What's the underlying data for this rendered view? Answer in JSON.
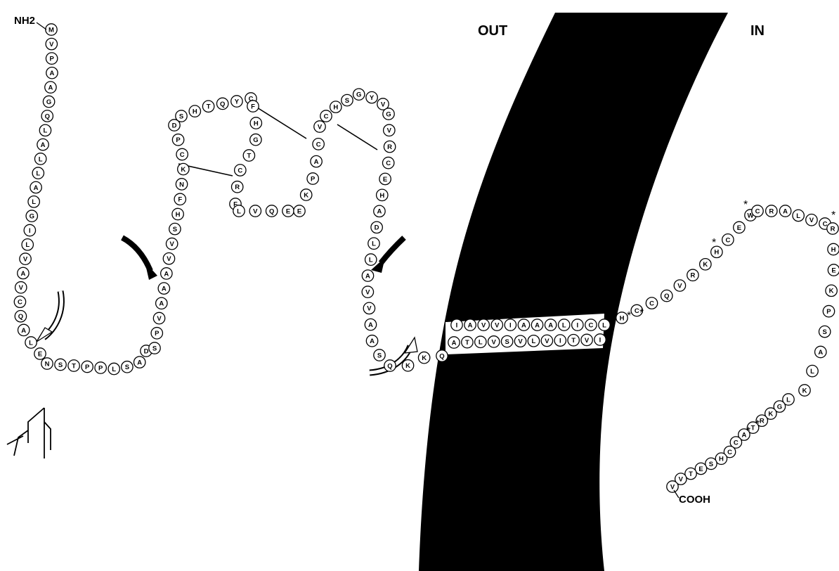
{
  "labels": {
    "n_terminus": "NH2",
    "c_terminus": "COOH",
    "outside": "OUT",
    "inside": "IN"
  },
  "colors": {
    "membrane": "#000000",
    "residue_fill": "#ffffff",
    "residue_stroke": "#000000"
  },
  "segments": {
    "n_tail": "MVPAAGQLALLALGILVAVCQALE",
    "glyco_loop": "NSTPPLSAD",
    "rise_1": "SPVAAAVVSHFNKCPD",
    "top_loop_1": "SHTQYC",
    "inner_down": "FHGTCRF",
    "bottom_loop": "LVQE",
    "inner_up": "EKPACV",
    "top_loop_2": "CHSGYV",
    "descent": "GVRCEHADLLAVVAAS",
    "pre_tm": "QKKQ",
    "tm_row_1": "IAVVIAAALICL",
    "tm_row_2": "ATLVSVLVITVI",
    "post_tm": "HCCQVRKHCEW",
    "c_loop_top": "CRALVC",
    "c_loop_right": "RHEKPSALK",
    "c_tail": "LGKRTACCHSETVV"
  },
  "icons": [
    "glycosylation-tree-icon",
    "black-arrow-icon",
    "white-arrow-icon",
    "asterisk-icon"
  ]
}
